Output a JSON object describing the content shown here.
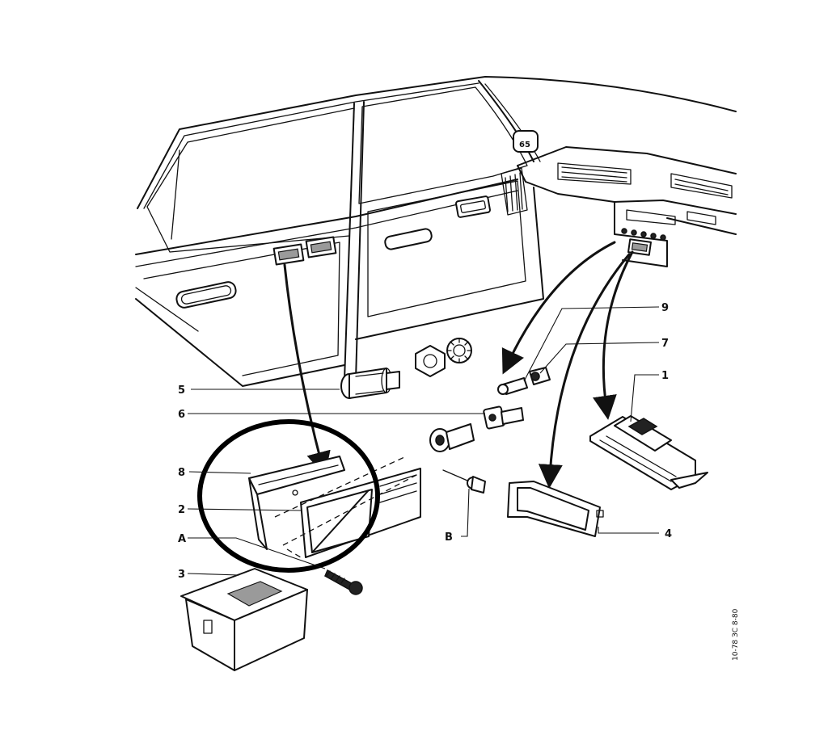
{
  "callouts": {
    "c1": "1",
    "c2": "2",
    "c3": "3",
    "c4": "4",
    "c5": "5",
    "c6": "6",
    "c7": "7",
    "c8": "8",
    "c9": "9",
    "cA": "A",
    "cB": "B"
  },
  "side_code": "10-78 ЗС 8-80",
  "highlight": {
    "shape": "ellipse",
    "encloses": [
      "8",
      "2"
    ]
  },
  "colors": {
    "line": "#111111",
    "background": "#ffffff"
  }
}
